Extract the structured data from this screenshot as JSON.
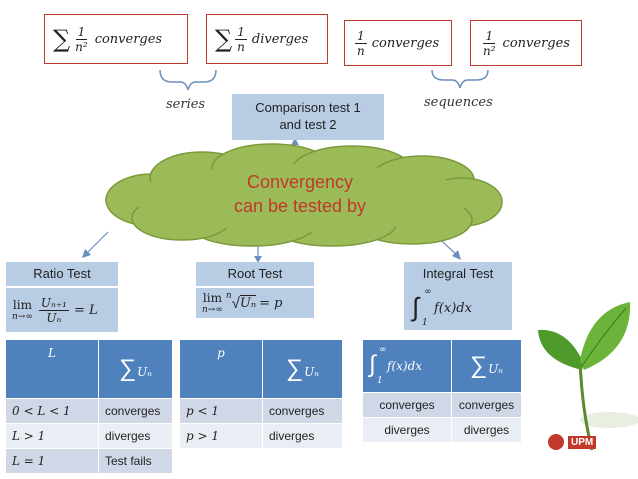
{
  "top": {
    "box1": {
      "num": "1",
      "den": "n²",
      "text": "converges"
    },
    "box2": {
      "num": "1",
      "den": "n",
      "text": "diverges"
    },
    "box3": {
      "num": "1",
      "den": "n",
      "text": "converges"
    },
    "box4": {
      "num": "1",
      "den": "n²",
      "text": "converges"
    },
    "series_label": "series",
    "sequences_label": "sequences"
  },
  "comparison": {
    "line1": "Comparison test 1",
    "line2": "and test 2"
  },
  "cloud": {
    "line1": "Convergency",
    "line2": "can be tested by"
  },
  "ratio": {
    "title": "Ratio Test",
    "lim": "lim",
    "sub": "n→∞",
    "num": "Uₙ₊₁",
    "den": "Uₙ",
    "rhs": "= L",
    "table": {
      "h1": "L",
      "h2": "Uₙ",
      "rows": [
        [
          "0 < L < 1",
          "converges"
        ],
        [
          "L > 1",
          "diverges"
        ],
        [
          "L = 1",
          "Test fails"
        ]
      ]
    }
  },
  "root": {
    "title": "Root Test",
    "lim": "lim",
    "sub": "n→∞",
    "idx": "n",
    "rad": "Uₙ",
    "rhs": "= p",
    "table": {
      "h1": "p",
      "h2": "Uₙ",
      "rows": [
        [
          "p < 1",
          "converges"
        ],
        [
          "p > 1",
          "diverges"
        ]
      ]
    }
  },
  "integral": {
    "title": "Integral Test",
    "upper": "∞",
    "lower": "1",
    "expr": "f(x)dx",
    "table": {
      "h1_upper": "∞",
      "h1_lower": "1",
      "h1_expr": "f(x)dx",
      "h2": "Uₙ",
      "rows": [
        [
          "converges",
          "converges"
        ],
        [
          "diverges",
          "diverges"
        ]
      ]
    }
  },
  "logo": {
    "text": "UPM"
  },
  "colors": {
    "red": "#c0392b",
    "blue_box": "#b8cce4",
    "cloud": "#9bbb59",
    "table_header": "#4f81bd",
    "leaf": "#4e9a2a"
  }
}
